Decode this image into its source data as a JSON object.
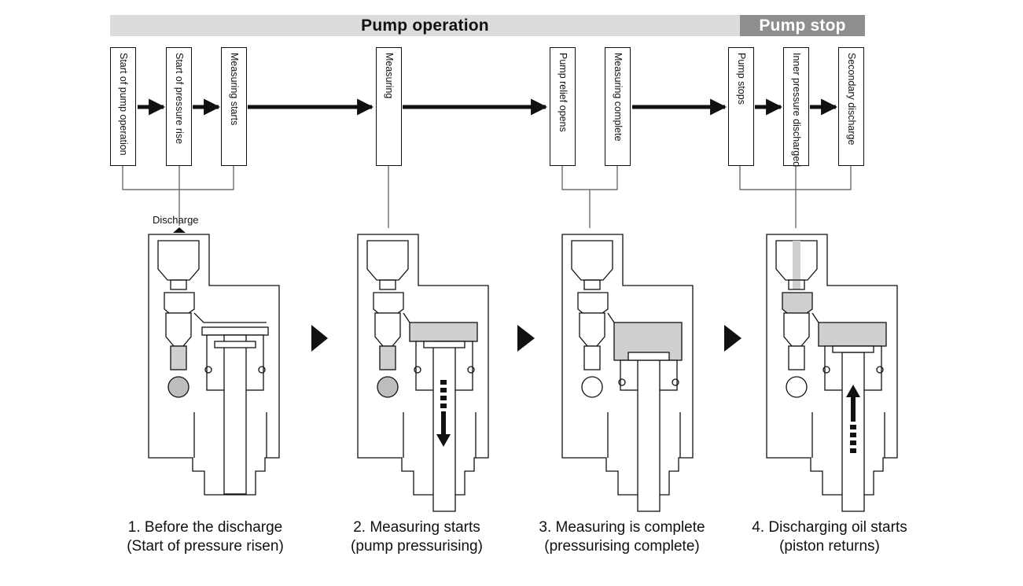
{
  "header": {
    "pump_operation": "Pump operation",
    "pump_stop": "Pump stop"
  },
  "steps": [
    "Start of pump operation",
    "Start of pressure rise",
    "Measuring starts",
    "Measuring",
    "Pump relief opens",
    "Measuring complete",
    "Pump stops",
    "Inner pressure discharged",
    "Secondary discharge"
  ],
  "discharge_label": "Discharge",
  "captions": [
    {
      "line1": "1. Before the discharge",
      "line2": "(Start of pressure risen)"
    },
    {
      "line1": "2. Measuring starts",
      "line2": "(pump pressurising)"
    },
    {
      "line1": "3. Measuring is complete",
      "line2": "(pressurising complete)"
    },
    {
      "line1": "4. Discharging oil starts",
      "line2": "(piston returns)"
    }
  ],
  "colors": {
    "band_operation": "#dcdcdc",
    "band_stop": "#8e8e8e",
    "oil": "#cfcfcf",
    "line": "#111111"
  }
}
